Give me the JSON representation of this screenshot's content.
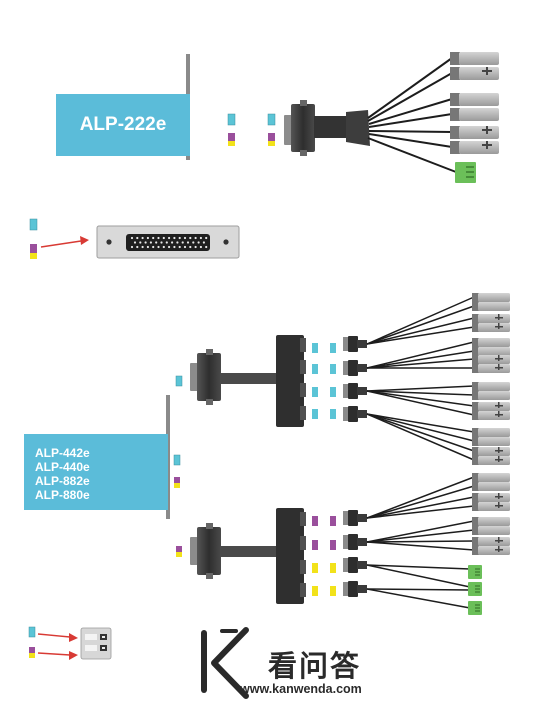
{
  "cards": {
    "top": {
      "label": "ALP-222e"
    },
    "bottom": {
      "lines": [
        "ALP-442e",
        "ALP-440e",
        "ALP-882e",
        "ALP-880e"
      ]
    }
  },
  "watermark": {
    "chinese": "看问答",
    "url": "www.kanwenda.com"
  },
  "colors": {
    "card": "#5bbcd9",
    "cyan": "#5bc4d6",
    "purple": "#9a4f9c",
    "yellow": "#f2e21a",
    "green": "#6bbf59",
    "arrow": "#d83a34",
    "connector": "#3a3a3a",
    "plug": "#b8b8b8"
  }
}
